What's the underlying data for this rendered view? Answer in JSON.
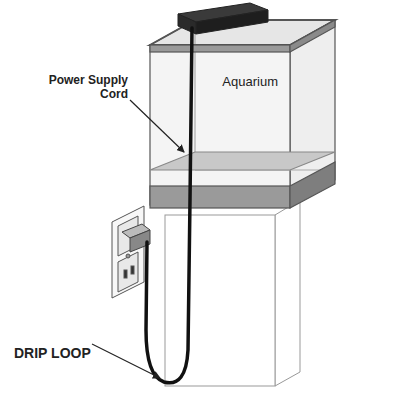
{
  "diagram": {
    "nodes": [
      {
        "text": [
          "Aquarium"
        ]
      }
    ],
    "labels": [
      "Power Supply Cord",
      "DRIP LOOP"
    ]
  }
}
